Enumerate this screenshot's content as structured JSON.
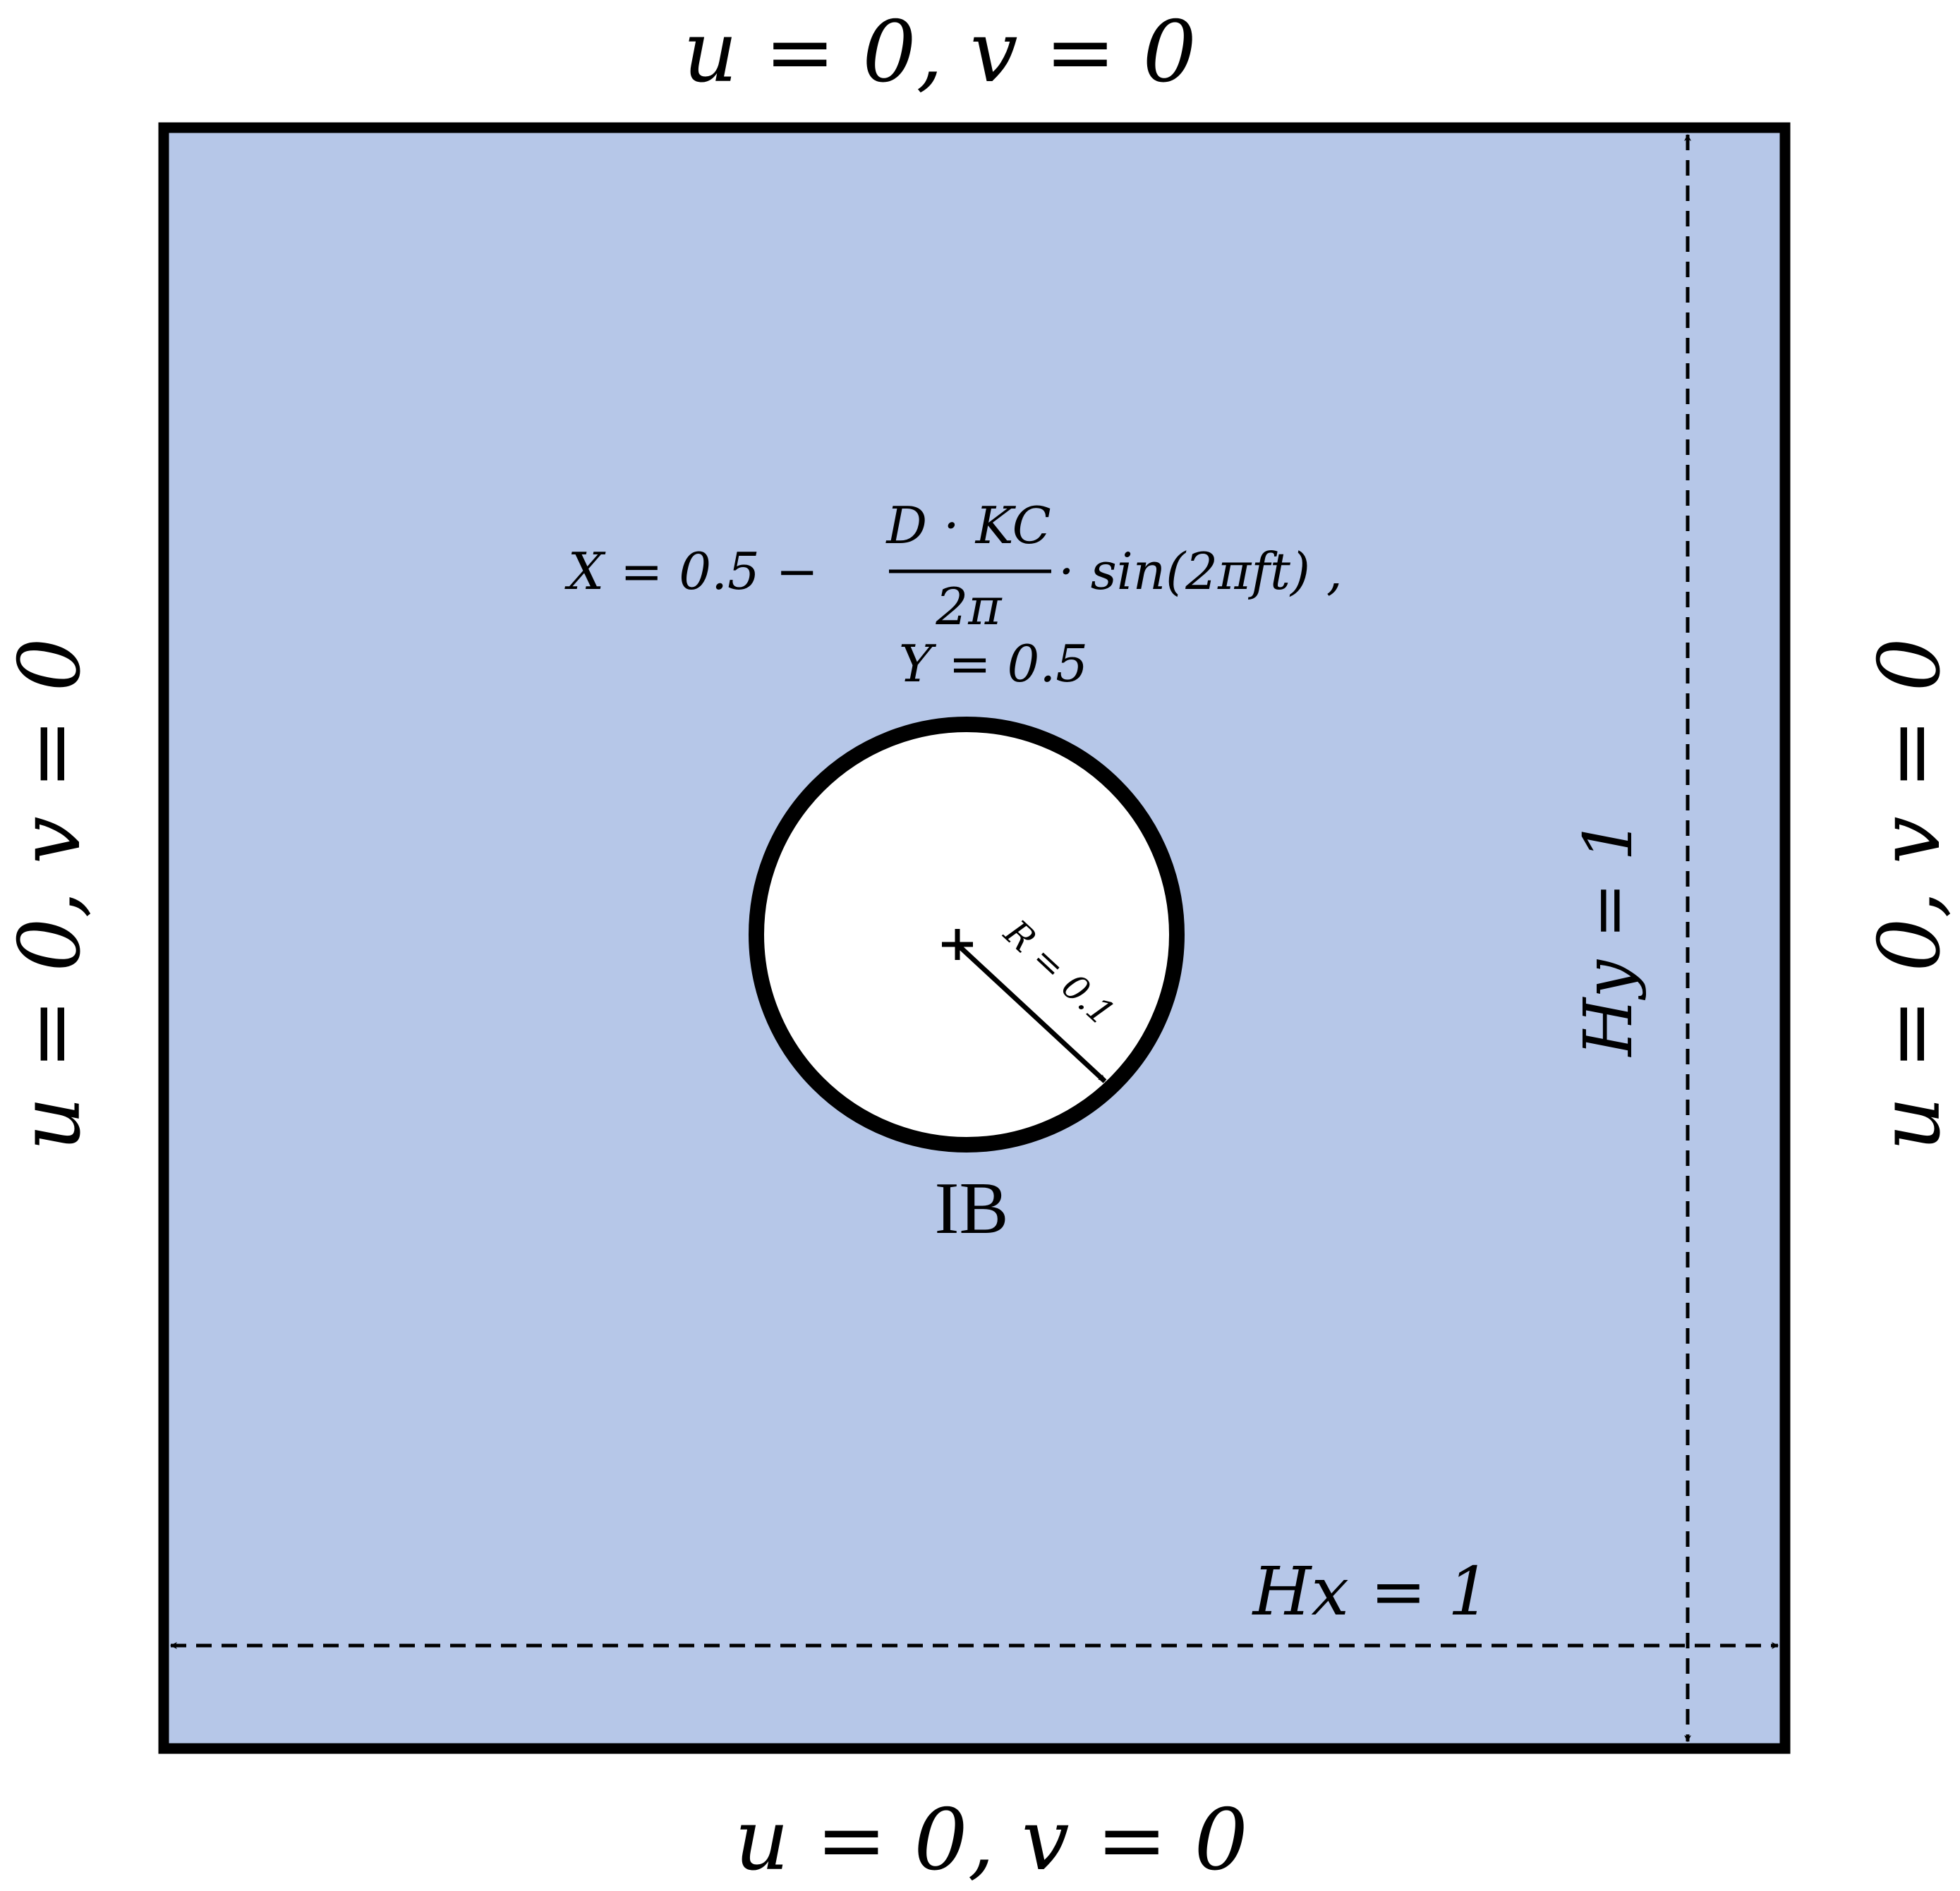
{
  "colors": {
    "domain_fill": "#b6c7e8",
    "stroke": "#000000",
    "cylinder_fill": "#ffffff"
  },
  "boundary_conditions": {
    "top": "u = 0, v = 0",
    "bottom": "u = 0, v = 0",
    "left": "u = 0, v = 0",
    "right": "u = 0, v = 0"
  },
  "dimensions": {
    "hx": "Hx = 1",
    "hy": "Hy = 1"
  },
  "cylinder": {
    "radius_label": "R = 0.1",
    "label": "IB"
  },
  "motion": {
    "x_lhs": "X = 0.5 −",
    "numerator": "D · KC",
    "denominator": "2π",
    "x_rhs": "· sin(2πft) ,",
    "y_eq": "Y = 0.5"
  }
}
